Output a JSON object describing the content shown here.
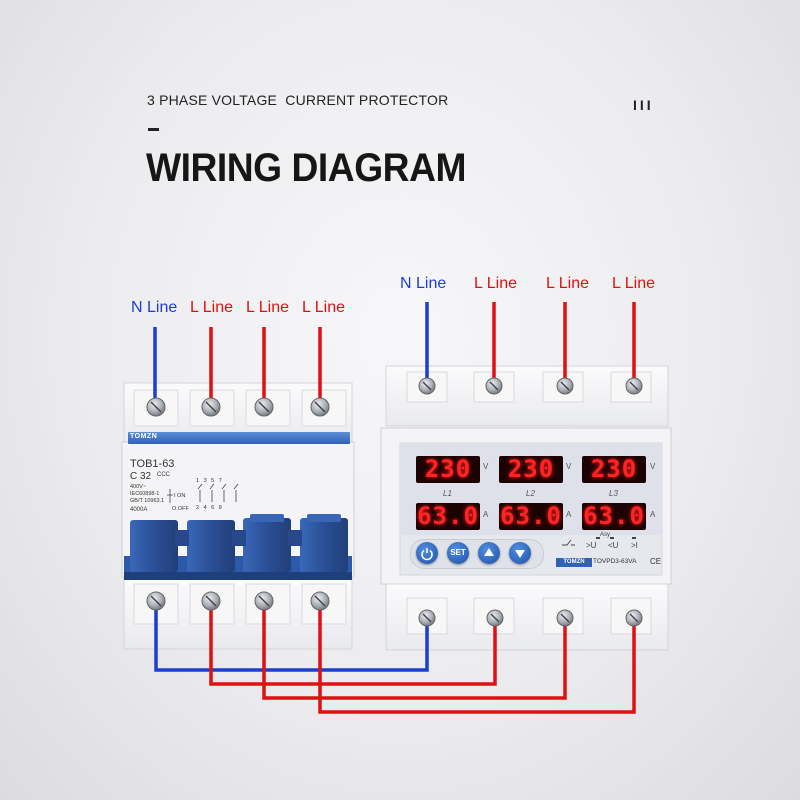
{
  "header": {
    "subtitle": "3 PHASE VOLTAGE  CURRENT PROTECTOR",
    "title": "WIRING DIAGRAM",
    "mark": "III"
  },
  "breaker_labels": [
    "N Line",
    "L Line",
    "L Line",
    "L Line"
  ],
  "device_labels": [
    "N Line",
    "L Line",
    "L Line",
    "L Line"
  ],
  "colors": {
    "neutral": "#1a3ecf",
    "live": "#e01010",
    "breaker_handle": "#2d5aa8",
    "display_digits": "#ff2424"
  },
  "breaker": {
    "brand": "TOMZN",
    "model": "TOB1-63",
    "rating": "C 32",
    "cert_mark": "CCC",
    "voltage": "400V~",
    "standard1": "IEC60898-1",
    "standard2": "GB/T 10963.1",
    "capacity": "4000A",
    "on_label": "I ON",
    "off_label": "O OFF",
    "terminals_top": "1  3  5  7",
    "terminals_bottom": "2  4  6  8"
  },
  "device": {
    "brand": "TOMZN",
    "model": "TOVPD3-63VA",
    "ce": "CE",
    "voltage_readings": [
      "230",
      "230",
      "230"
    ],
    "current_readings": [
      "63.0",
      "63.0",
      "63.0"
    ],
    "voltage_unit": "V",
    "current_unit": "A",
    "phases": [
      "L1",
      "L2",
      "L3"
    ],
    "buttons": [
      {
        "name": "power-button",
        "icon": "power-icon",
        "label": ""
      },
      {
        "name": "set-button",
        "icon": "",
        "label": "SET"
      },
      {
        "name": "up-button",
        "icon": "arrow-up-icon",
        "label": ""
      },
      {
        "name": "down-button",
        "icon": "arrow-down-icon",
        "label": ""
      }
    ],
    "indicators": [
      "Asy",
      ">U",
      "<U",
      ">I"
    ]
  }
}
